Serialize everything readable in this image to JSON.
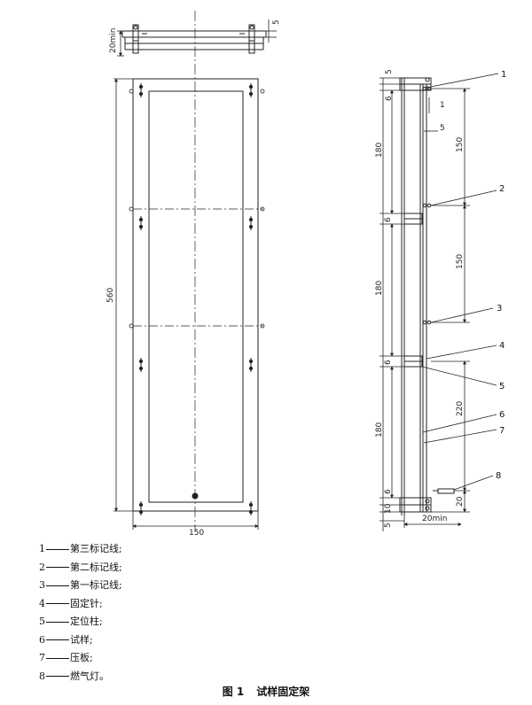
{
  "figure": {
    "number": "图 1",
    "title": "试样固定架"
  },
  "front_view": {
    "dims": {
      "top_height": "20min",
      "top_thickness": "5",
      "height": "560",
      "width": "150"
    }
  },
  "side_view": {
    "dims": {
      "top_5": "5",
      "top_6": "6",
      "gap_1": "1",
      "gap_5": "5",
      "seg_180_a": "180",
      "seg_150_a": "150",
      "mid_6_a": "6",
      "seg_180_b": "180",
      "seg_150_b": "150",
      "mid_6_b": "6",
      "seg_180_c": "180",
      "seg_220": "220",
      "bot_6": "6",
      "bot_20": "20",
      "bot_10": "10",
      "bot_5": "5",
      "width_20min": "20min"
    },
    "callouts": [
      "1",
      "2",
      "3",
      "4",
      "5",
      "6",
      "7",
      "8"
    ]
  },
  "legend": [
    {
      "num": "1",
      "text": "第三标记线;"
    },
    {
      "num": "2",
      "text": "第二标记线;"
    },
    {
      "num": "3",
      "text": "第一标记线;"
    },
    {
      "num": "4",
      "text": "固定针;"
    },
    {
      "num": "5",
      "text": "定位柱;"
    },
    {
      "num": "6",
      "text": "试样;"
    },
    {
      "num": "7",
      "text": "压板;"
    },
    {
      "num": "8",
      "text": "燃气灯。"
    }
  ]
}
